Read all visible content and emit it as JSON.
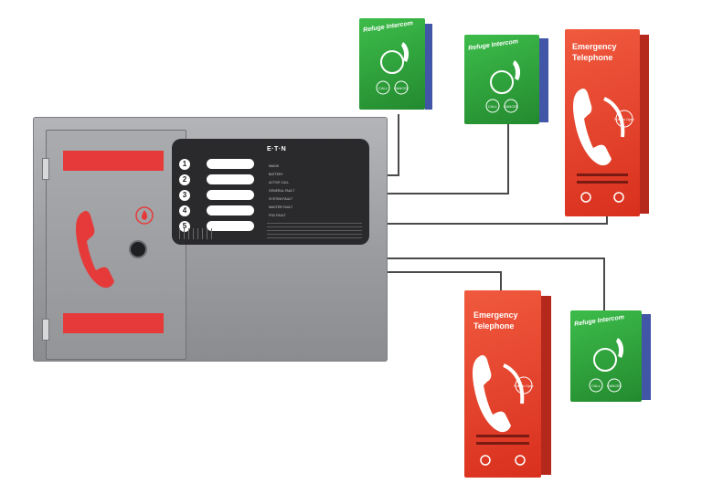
{
  "main_panel": {
    "brand": "E·T·N",
    "zones": [
      "1",
      "2",
      "3",
      "4",
      "5"
    ],
    "indicators": [
      "MAINS",
      "BATTERY",
      "ACTIVE CALL",
      "GENERAL FAULT",
      "SYSTEM FAULT",
      "MASTER FAULT",
      "PSU FAULT"
    ]
  },
  "refuge_units": [
    {
      "title": "Refuge Intercom",
      "call_label": "CALL",
      "cancel_label": "CANCEL"
    },
    {
      "title": "Refuge Intercom",
      "call_label": "CALL",
      "cancel_label": "CANCEL"
    },
    {
      "title": "Refuge Intercom",
      "call_label": "CALL",
      "cancel_label": "CANCEL"
    }
  ],
  "emergency_units": [
    {
      "title_line1": "Emergency",
      "title_line2": "Telephone",
      "push_label": "Push to Open"
    },
    {
      "title_line1": "Emergency",
      "title_line2": "Telephone",
      "push_label": "Push to Open"
    }
  ],
  "colors": {
    "panel": "#9d9fa2",
    "refuge_green": "#2fa33b",
    "emergency_red": "#e8432f",
    "display": "#2a2a2c",
    "door_red_bar": "#e63a3a",
    "cable": "#4a4a4a"
  }
}
